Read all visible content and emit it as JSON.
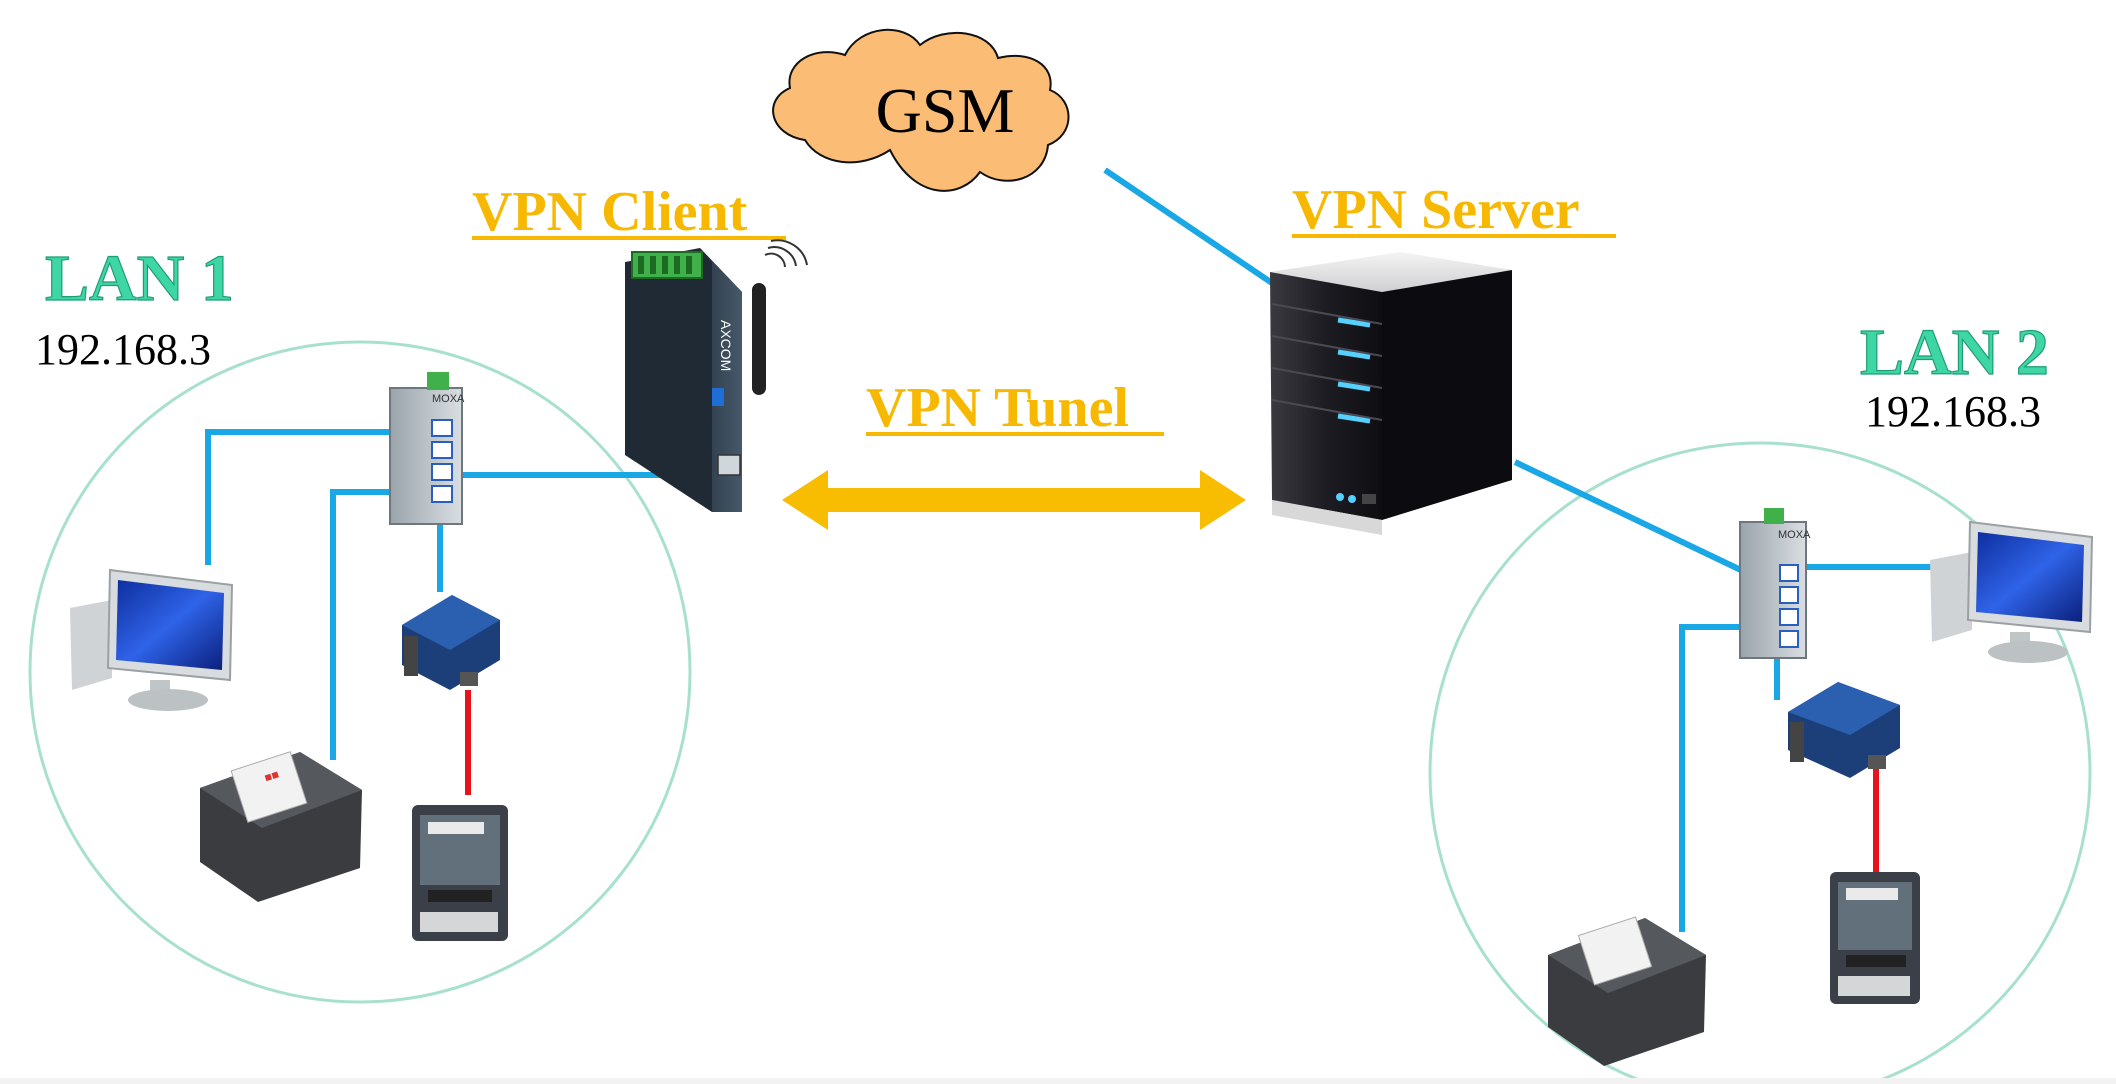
{
  "labels": {
    "gsm": "GSM",
    "vpn_client": "VPN Client",
    "vpn_server": "VPN Server",
    "vpn_tunnel": "VPN Tunel",
    "lan1_title": "LAN 1",
    "lan1_ip": "192.168.3",
    "lan2_title": "LAN 2",
    "lan2_ip": "192.168.3"
  },
  "device_text": {
    "router_brand": "AXCOM",
    "switch_brand": "MOXA"
  },
  "colors": {
    "ethernet": "#1aa7e6",
    "serial": "#e8141b",
    "label_orange": "#f6b800",
    "lan_title": "#3ed6a4",
    "lan_circle": "#a8e0cf",
    "cloud_fill": "#fbbd75",
    "tunnel_arrow": "#f8bd00"
  },
  "icons": [
    "cloud-icon",
    "router-icon",
    "server-icon",
    "switch-icon",
    "monitor-icon",
    "printer-icon",
    "serial-converter-icon",
    "power-meter-icon",
    "double-arrow-icon",
    "antenna-icon"
  ]
}
